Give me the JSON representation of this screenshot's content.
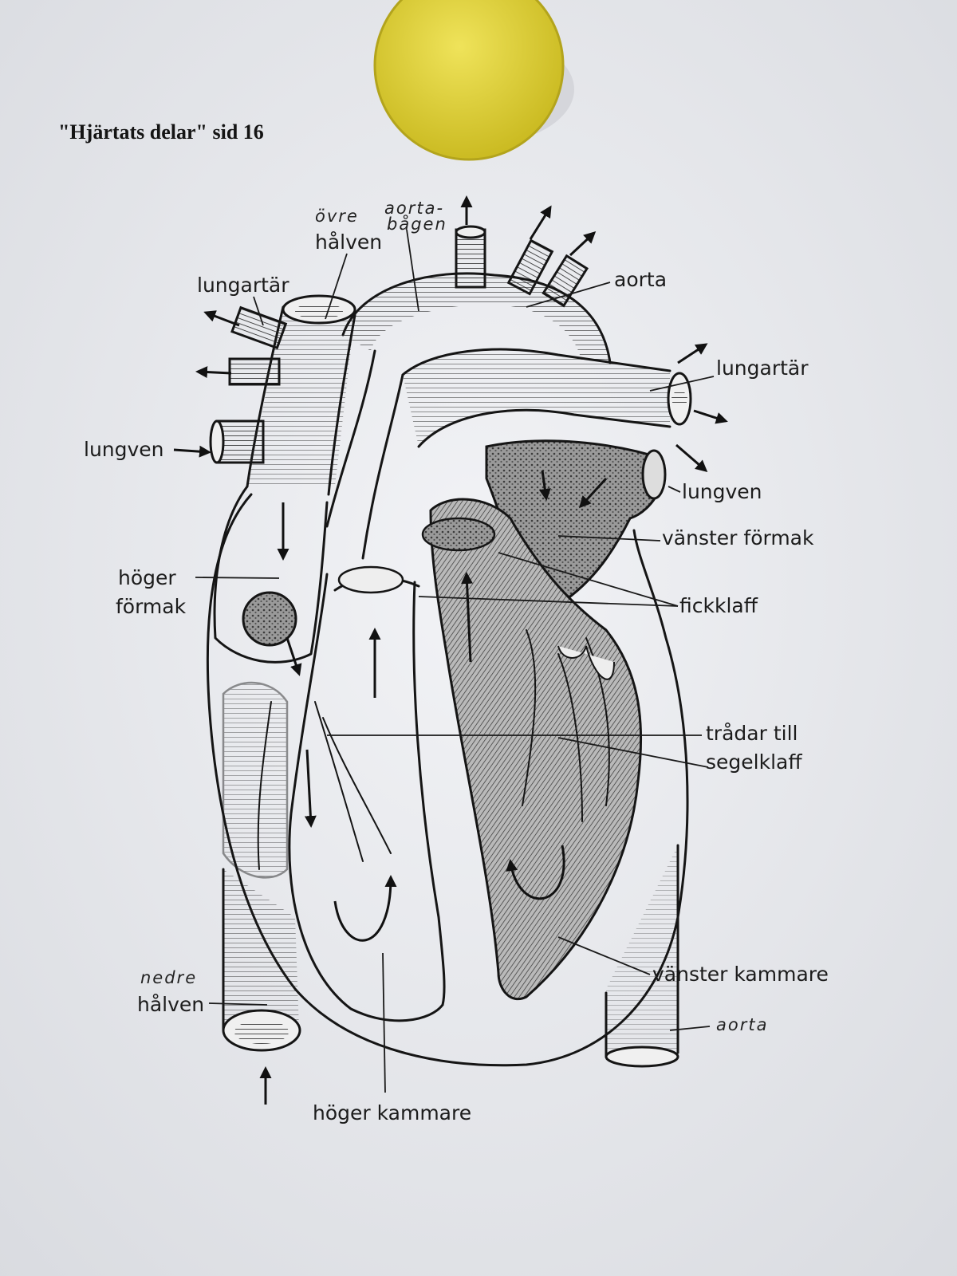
{
  "title": "\"Hjärtats delar\"  sid 16",
  "labels": {
    "ovre_halven_line1": "övre",
    "ovre_halven_line2": "hålven",
    "aortabagen_line1": "aorta-",
    "aortabagen_line2": "bågen",
    "aorta_top": "aorta",
    "lungartar_left": "lungartär",
    "lungartar_right": "lungartär",
    "lungven_left": "lungven",
    "lungven_right": "lungven",
    "vanster_formak": "vänster förmak",
    "hoger_formak_line1": "höger",
    "hoger_formak_line2": "förmak",
    "fickklaff": "fickklaff",
    "tradar_line1": "trådar till",
    "tradar_line2": "segelklaff",
    "vanster_kammare": "vänster kammare",
    "nedre_halven_line1": "nedre",
    "nedre_halven_line2": "hålven",
    "aorta_bottom": "aorta",
    "hoger_kammare": "höger kammare"
  },
  "colors": {
    "magnet": "#e3d43a",
    "paper": "#eef0f3",
    "ink": "#151515"
  }
}
